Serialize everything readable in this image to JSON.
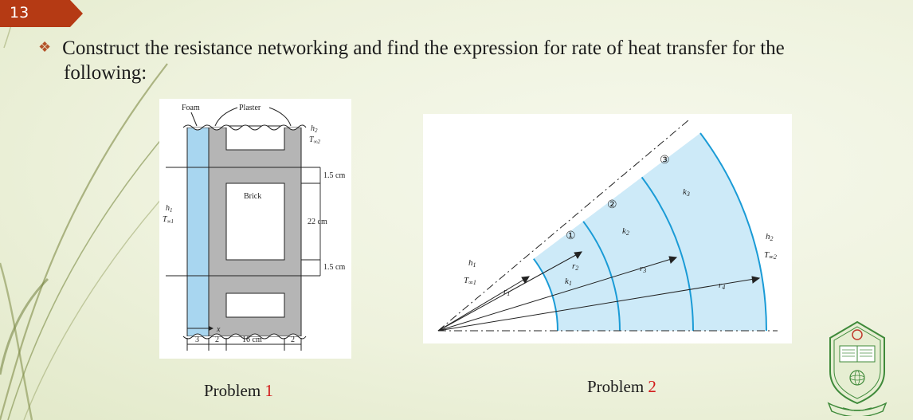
{
  "slide": {
    "number": "13"
  },
  "heading": {
    "line1": "Construct the resistance networking and find the expression for rate of heat transfer for the",
    "line2": "following:"
  },
  "problem1": {
    "caption_prefix": "Problem ",
    "caption_number": "1",
    "labels": {
      "foam": "Foam",
      "plaster": "Plaster",
      "brick": "Brick",
      "h2": "h",
      "h2_sub": "2",
      "tinf2": "T",
      "tinf2_sub": "∞2",
      "h1": "h",
      "h1_sub": "1",
      "tinf1": "T",
      "tinf1_sub": "∞1",
      "dim_top": "1.5 cm",
      "dim_mid": "22 cm",
      "dim_bot": "1.5 cm",
      "x_axis": "x",
      "w_foam": "3",
      "w_plaster1": "2",
      "w_brick": "16 cm",
      "w_plaster2": "2"
    },
    "colors": {
      "foam": "#a8d6f0",
      "plaster": "#b5b5b5",
      "brick": "#ffffff"
    }
  },
  "problem2": {
    "caption_prefix": "Problem ",
    "caption_number": "2",
    "labels": {
      "layer1": "①",
      "layer2": "②",
      "layer3": "③",
      "k1": "k",
      "k1_sub": "1",
      "k2": "k",
      "k2_sub": "2",
      "k3": "k",
      "k3_sub": "3",
      "r1": "r",
      "r1_sub": "1",
      "r2": "r",
      "r2_sub": "2",
      "r3": "r",
      "r3_sub": "3",
      "r4": "r",
      "r4_sub": "4",
      "h1": "h",
      "h1_sub": "1",
      "tinf1": "T",
      "tinf1_sub": "∞1",
      "h2": "h",
      "h2_sub": "2",
      "tinf2": "T",
      "tinf2_sub": "∞2"
    },
    "colors": {
      "layer_fill": "#cdeaf8",
      "arc": "#1a9bd6"
    }
  },
  "logo": {
    "name": "university-seal"
  }
}
